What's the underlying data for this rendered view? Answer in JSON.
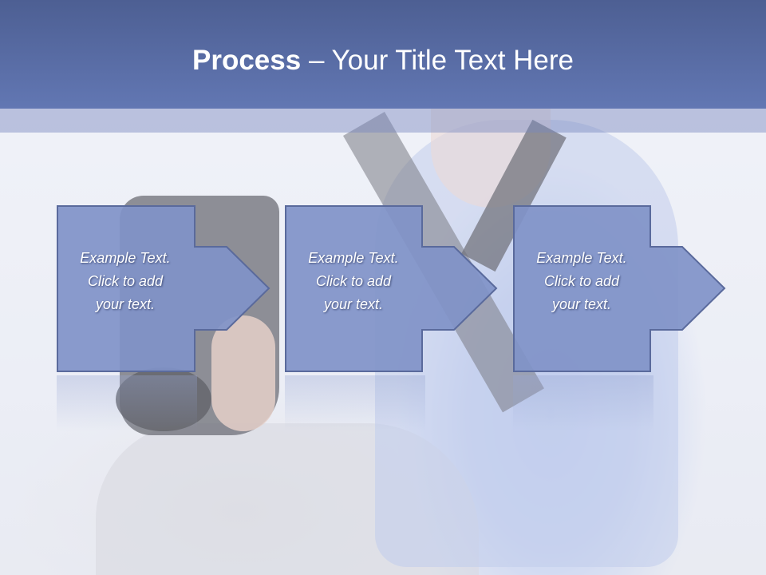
{
  "slide": {
    "title_bold": "Process",
    "title_rest": " – Your Title Text Here"
  },
  "steps": [
    {
      "text": "Example Text.\nClick  to add\nyour text."
    },
    {
      "text": "Example Text.\nClick  to add\nyour text."
    },
    {
      "text": "Example Text.\nClick  to add\nyour text."
    }
  ],
  "colors": {
    "header_top": "#4d5f93",
    "header_bottom": "#6277b3",
    "shape_fill": "#8093c8",
    "shape_stroke": "#5a6a9c",
    "text": "#ffffff"
  }
}
